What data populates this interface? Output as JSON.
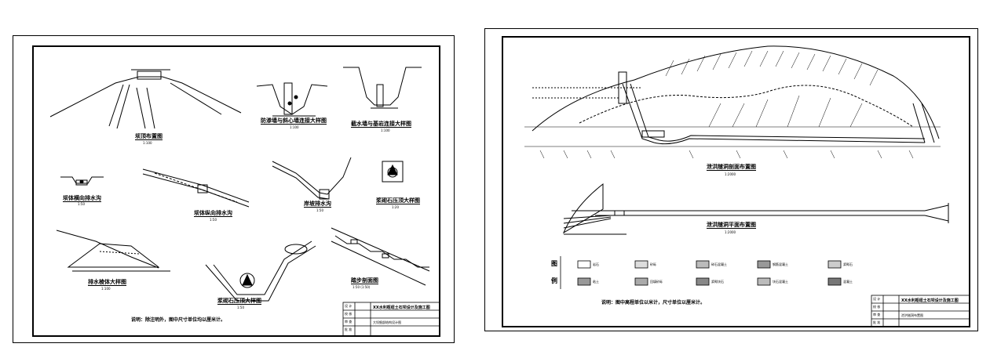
{
  "left_sheet": {
    "captions": [
      {
        "id": "c1",
        "text": "坝顶布置图",
        "scale": "1:100"
      },
      {
        "id": "c2",
        "text": "防渗墙与斜心墙连接大样图",
        "scale": "1:100"
      },
      {
        "id": "c3",
        "text": "截水墙与基岩连接大样图",
        "scale": "1:100"
      },
      {
        "id": "c4",
        "text": "坝体横向排水沟",
        "scale": "1:50"
      },
      {
        "id": "c5",
        "text": "坝体纵向排水沟",
        "scale": "1:50"
      },
      {
        "id": "c6",
        "text": "岸坡排水沟",
        "scale": "1:50"
      },
      {
        "id": "c7",
        "text": "浆砌石压顶大样图",
        "scale": "1:20"
      },
      {
        "id": "c8",
        "text": "排水棱体大样图",
        "scale": "1:100"
      },
      {
        "id": "c9",
        "text": "浆砌石压顶大样图",
        "scale": "1:50"
      },
      {
        "id": "c10",
        "text": "踏步剖面图",
        "scale": "1:50 (1:50)"
      }
    ],
    "note": "说明：除注明外，图中尺寸单位均以厘米计。",
    "title_block": {
      "project": "XX水利枢纽土石坝设计及施工图",
      "drawing": "大坝细部结构设计图",
      "rows": [
        "设 计",
        "校 核",
        "审 查",
        "批 准"
      ]
    }
  },
  "right_sheet": {
    "captions": [
      {
        "id": "r1",
        "text": "泄洪隧洞剖面布置图",
        "scale": "1:2000"
      },
      {
        "id": "r2",
        "text": "泄洪隧洞平面布置图",
        "scale": "1:2000"
      }
    ],
    "legend_title": [
      "图",
      "例"
    ],
    "legend": [
      "岩石",
      "砂砾",
      "碎石混凝土",
      "钢筋混凝土",
      "浆砌石",
      "粘土",
      "回填砂砾",
      "浆砌块石",
      "块石混凝土",
      "混凝土"
    ],
    "note": "说明：图中高程单位以米计，尺寸单位以厘米计。",
    "title_block": {
      "project": "XX水利枢纽土石坝设计及施工图",
      "drawing": "泄洪隧洞布置图",
      "rows": [
        "设 计",
        "校 核",
        "审 查",
        "批 准"
      ]
    }
  }
}
